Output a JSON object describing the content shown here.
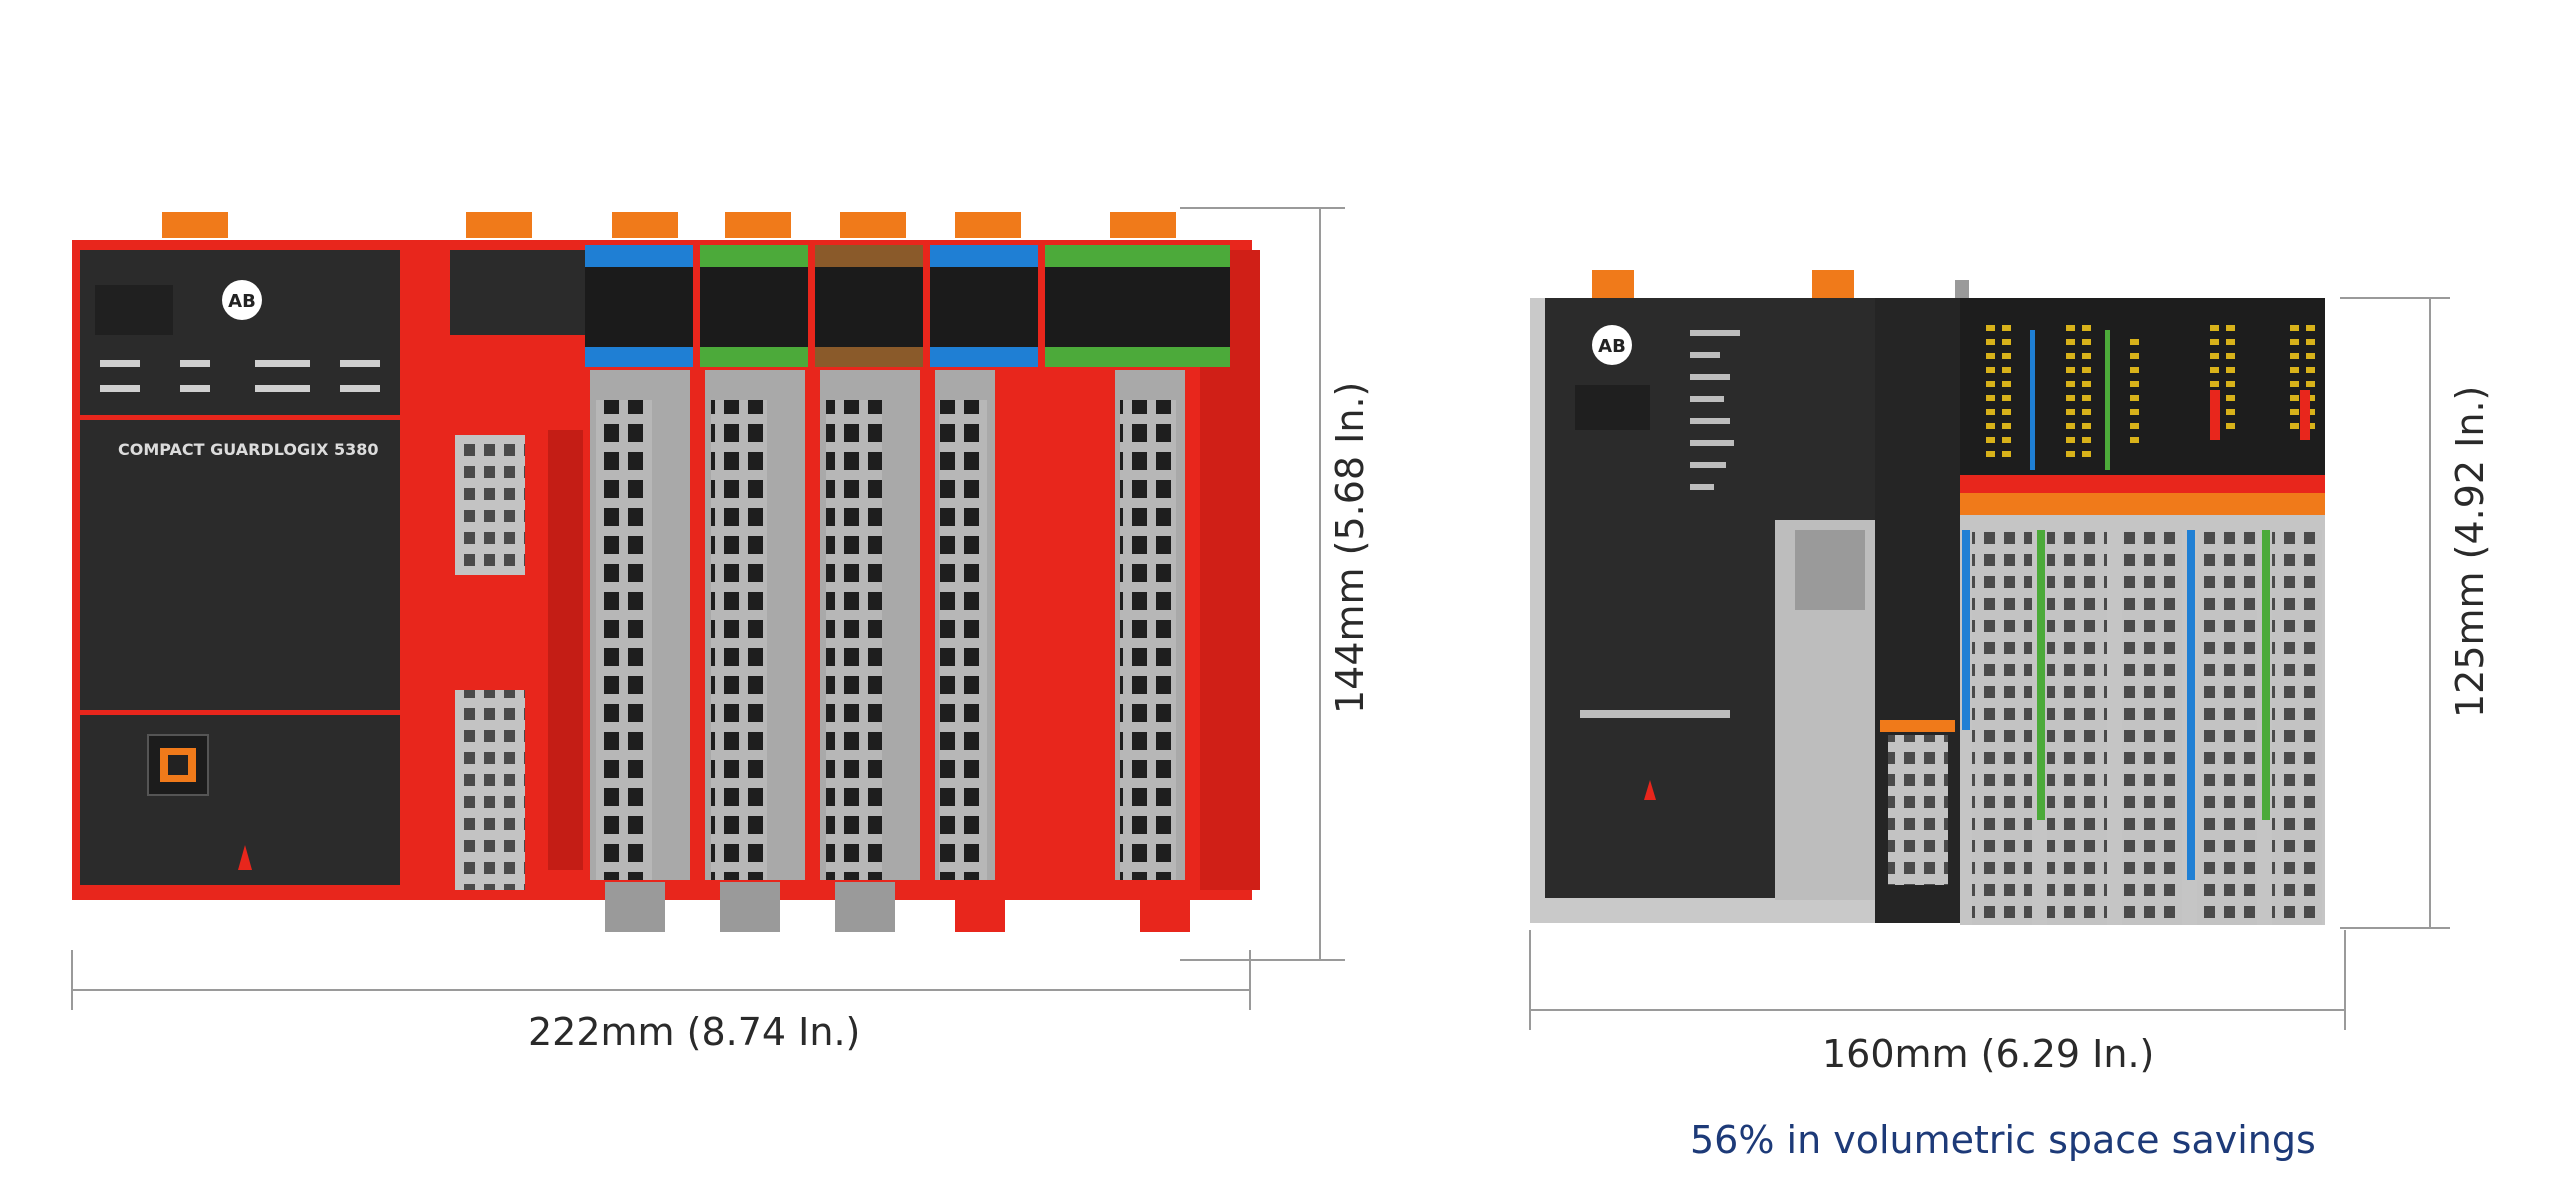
{
  "left_product": {
    "label": "COMPACT GUARDLOGIX 5380",
    "width_dimension": "222mm (8.74 In.)",
    "height_dimension": "144mm (5.68 In.)",
    "brand_mark": "AB"
  },
  "right_product": {
    "width_dimension": "160mm (6.29 In.)",
    "height_dimension": "125mm (4.92 In.)",
    "brand_mark": "AB"
  },
  "caption": "56% in volumetric space savings",
  "colors": {
    "safety_red": "#e8261c",
    "dark_body": "#2a2a2a",
    "terminal_gray": "#a9a9a9",
    "orange_latch": "#f07a1a",
    "module_blue": "#1f7fd4",
    "module_green": "#4caa3a",
    "module_brown": "#8a5a2a",
    "caption_blue": "#1d3a78"
  }
}
